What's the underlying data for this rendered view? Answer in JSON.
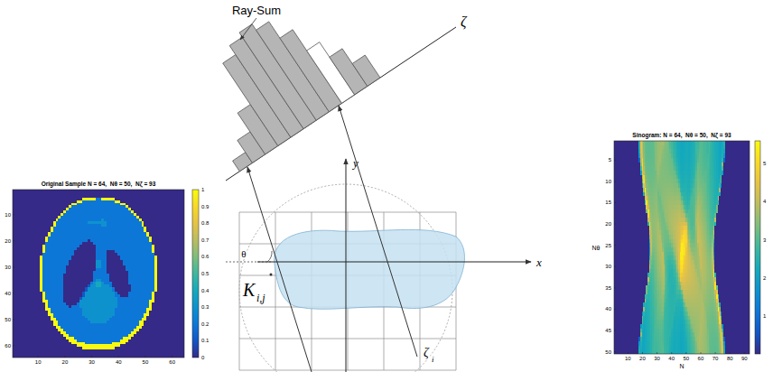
{
  "diagram": {
    "labels": [
      "Original Sample N = 64,  Nθ = 50,  Nζ = 93",
      "10",
      "20",
      "30",
      "40",
      "50",
      "60",
      "10",
      "20",
      "30",
      "40",
      "50",
      "60",
      "0",
      "0.1",
      "0.2",
      "0.3",
      "0.4",
      "0.5",
      "0.6",
      "0.7",
      "0.8",
      "0.9",
      "1",
      "Ray-Sum",
      "ζ",
      "y",
      "x",
      "θ",
      "K",
      "i,j",
      "ζ",
      "i",
      "Sinogram: N = 64,  Nθ = 50,  Nζ = 93",
      "5",
      "10",
      "15",
      "20",
      "25",
      "30",
      "35",
      "40",
      "45",
      "50",
      "Nθ",
      "10",
      "20",
      "30",
      "40",
      "50",
      "60",
      "70",
      "80",
      "90",
      "N",
      "1",
      "2",
      "3",
      "4",
      "5"
    ]
  }
}
